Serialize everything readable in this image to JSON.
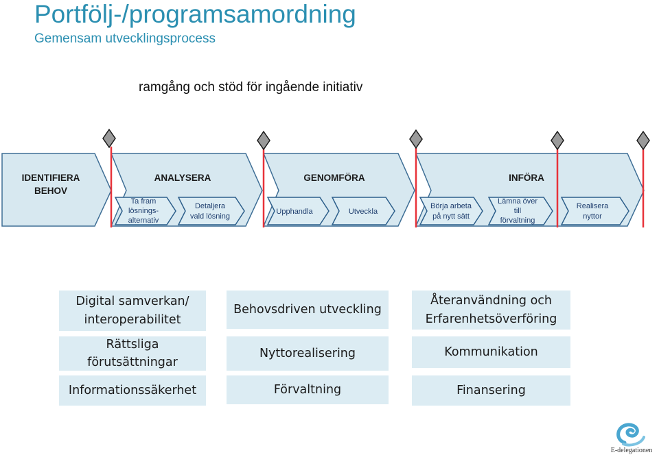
{
  "header": {
    "title": "Portfölj-/programsamordning",
    "subtitle": "Gemensam utvecklingsprocess",
    "caption": "ramgång och stöd för ingående initiativ"
  },
  "phases": [
    {
      "label1": "IDENTIFIERA",
      "label2": "BEHOV"
    },
    {
      "label1": "ANALYSERA"
    },
    {
      "label1": "GENOMFÖRA"
    },
    {
      "label1": "INFÖRA"
    }
  ],
  "steps": [
    {
      "lines": [
        "Ta fram",
        "lösnings-",
        "alternativ"
      ]
    },
    {
      "lines": [
        "Detaljera",
        "vald lösning"
      ]
    },
    {
      "lines": [
        "Upphandla"
      ]
    },
    {
      "lines": [
        "Utveckla"
      ]
    },
    {
      "lines": [
        "Börja arbeta",
        "på nytt sätt"
      ]
    },
    {
      "lines": [
        "Lämna över",
        "till",
        "förvaltning"
      ]
    },
    {
      "lines": [
        "Realisera",
        "nyttor"
      ]
    }
  ],
  "support_areas": [
    {
      "lines": [
        "Digital samverkan/",
        "interoperabilitet"
      ]
    },
    {
      "lines": [
        "Behovsdriven utveckling"
      ]
    },
    {
      "lines": [
        "Återanvändning och",
        "Erfarenhetsöverföring"
      ]
    },
    {
      "lines": [
        "Rättsliga",
        "förutsättningar"
      ]
    },
    {
      "lines": [
        "Nyttorealisering"
      ]
    },
    {
      "lines": [
        "Kommunikation"
      ]
    },
    {
      "lines": [
        "Informationssäkerhet"
      ]
    },
    {
      "lines": [
        "Förvaltning"
      ]
    },
    {
      "lines": [
        "Finansering"
      ]
    }
  ],
  "logo": {
    "text": "E-delegationen"
  },
  "colors": {
    "title": "#2b8fb1",
    "phase_fill": "#d7e8f0",
    "phase_stroke": "#3f6f96",
    "step_fill": "#dcecf3",
    "step_stroke": "#2d5f8b",
    "gate_line": "#e8333a",
    "gate_diamond": "#9a9a9a",
    "box_fill": "#dcecf3"
  }
}
